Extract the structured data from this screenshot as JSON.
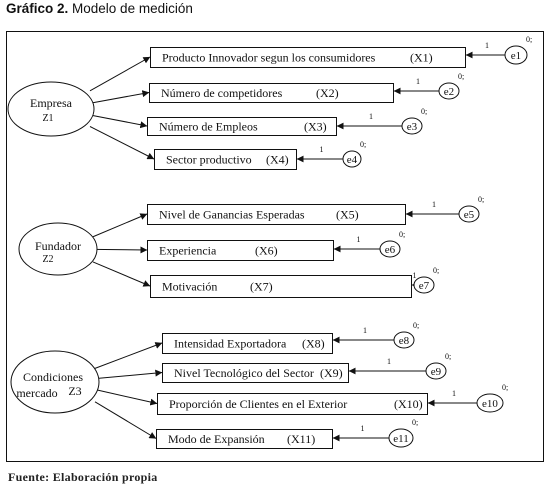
{
  "figure": {
    "title_bold": "Gráfico 2.",
    "title_rest": " Modelo de medición",
    "source": "Fuente: Elaboración propia"
  },
  "latents": [
    {
      "name": "Empresa",
      "code": "Z1"
    },
    {
      "name": "Fundador",
      "code": "Z2"
    },
    {
      "name_line1": "Condiciones",
      "name_line2": "mercado",
      "code": "Z3"
    }
  ],
  "indicators": [
    {
      "label": "Producto Innovador segun los consumidores",
      "code": "(X1)",
      "error": "e1",
      "loading": "1",
      "var": "0;"
    },
    {
      "label": "Número de competidores",
      "code": "(X2)",
      "error": "e2",
      "loading": "1",
      "var": "0;"
    },
    {
      "label": "Número de  Empleos",
      "code": "(X3)",
      "error": "e3",
      "loading": "1",
      "var": "0;"
    },
    {
      "label": "Sector productivo",
      "code": "(X4)",
      "error": "e4",
      "loading": "1",
      "var": "0;"
    },
    {
      "label": "Nivel de Ganancias Esperadas",
      "code": "(X5)",
      "error": "e5",
      "loading": "1",
      "var": "0;"
    },
    {
      "label": "Experiencia",
      "code": "(X6)",
      "error": "e6",
      "loading": "1",
      "var": "0;"
    },
    {
      "label": "Motivación",
      "code": "(X7)",
      "error": "e7",
      "loading": "1",
      "var": "0;"
    },
    {
      "label": "Intensidad  Exportadora",
      "code": "(X8)",
      "error": "e8",
      "loading": "1",
      "var": "0;"
    },
    {
      "label": "Nivel Tecnológico del Sector",
      "code": "(X9)",
      "error": "e9",
      "loading": "1",
      "var": "0;"
    },
    {
      "label": "Proporción de  Clientes  en el Exterior",
      "code": "(X10)",
      "error": "e10",
      "loading": "1",
      "var": "0;"
    },
    {
      "label": "Modo de Expansión",
      "code": "(X11)",
      "error": "e11",
      "loading": "1",
      "var": "0;"
    }
  ]
}
